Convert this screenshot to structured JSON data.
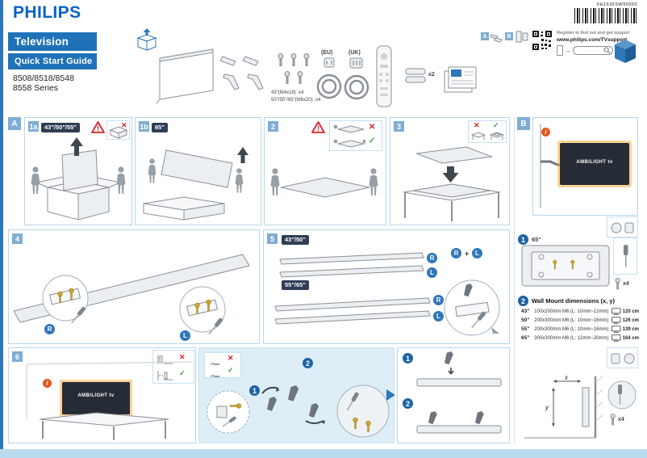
{
  "page": {
    "brand": "PHILIPS",
    "product": "Television",
    "guide_title": "Quick Start Guide",
    "models": "8508/8518/8548",
    "series": "8558 Series"
  },
  "top": {
    "barcode_label": "XH1636SW90050",
    "register1": "Register to find out and get support",
    "register2": "www.philips.com/TVsupport",
    "eu": "(EU)",
    "uk": "(UK)",
    "x2": "x2",
    "screw_note_1": "43\"(M4x18) :x4",
    "screw_note_2": "50\"/55\"/65\"(M6x20) :x4",
    "badge_a": "A",
    "badge_b": "B"
  },
  "icons": {
    "cross": "✕",
    "check": "✓",
    "warning": "!",
    "info": "i",
    "arrow": "→"
  },
  "steps": {
    "a": "A",
    "b": "B",
    "s1a": "1a",
    "s1a_size": "43\"/50\"/55\"",
    "s1b": "1b",
    "s1b_size": "65\"",
    "s2": "2",
    "s3": "3",
    "s4": "4",
    "s5": "5",
    "s5_size1": "43\"/50\"",
    "s5_size2": "55\"/65\"",
    "s6": "6",
    "r": "R",
    "l": "L",
    "plus": "+",
    "n1": "1",
    "n2": "2",
    "ambilight": "AMBILIGHT tv"
  },
  "wall": {
    "w1": "1",
    "w1_size": "65\"",
    "w1_qty": "x4",
    "w2": "2",
    "title": "Wall Mount dimensions (x, y)",
    "x_label": "x",
    "y_label": "y",
    "qty": "x4",
    "rows": [
      {
        "size": "43\"",
        "spec": "100x200mm M6 (L: 10mm~12mm)",
        "dist": "120 cm"
      },
      {
        "size": "50\"",
        "spec": "200x300mm M6 (L: 10mm~16mm)",
        "dist": "126 cm"
      },
      {
        "size": "55\"",
        "spec": "200x300mm M6 (L: 10mm~16mm)",
        "dist": "139 cm"
      },
      {
        "size": "65\"",
        "spec": "300x300mm M6 (L: 12mm~20mm)",
        "dist": "164 cm"
      }
    ]
  },
  "colors": {
    "brand_blue": "#0b61c9",
    "banner_blue": "#1f72b8",
    "badge_blue": "#7fadd4",
    "step_circle_blue": "#1e63a4",
    "dark_chip": "#2f3e55",
    "panel_border": "#b7d6ec",
    "warning_red": "#d2232a",
    "ok_green": "#3f9c46",
    "info_orange": "#e3571e",
    "ambilight_glow": "#f7a832",
    "assembly_bg": "#ddeef7"
  }
}
